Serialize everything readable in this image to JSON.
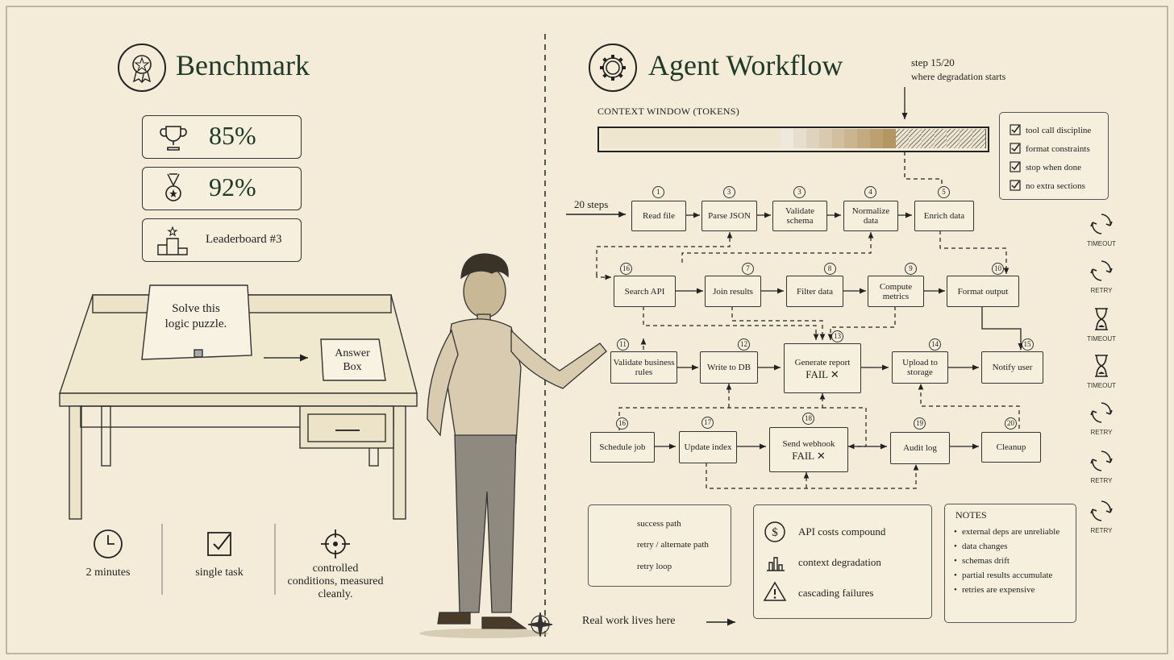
{
  "benchmark": {
    "title": "Benchmark",
    "stats": [
      {
        "icon": "trophy-icon",
        "value": "85%"
      },
      {
        "icon": "medal-icon",
        "value": "92%"
      },
      {
        "icon": "podium-icon",
        "value": "Leaderboard #3"
      }
    ],
    "paper_text": "Solve this logic puzzle.",
    "answer_box": "Answer Box",
    "features": [
      {
        "icon": "clock-icon",
        "label": "2 minutes"
      },
      {
        "icon": "checkbox-icon",
        "label": "single task"
      },
      {
        "icon": "crosshair-icon",
        "label": "controlled conditions, measured cleanly."
      }
    ]
  },
  "agent": {
    "title": "Agent Workflow",
    "degradation_step": "step 15/20",
    "degradation_note": "where degradation starts",
    "context_label": "CONTEXT WINDOW (TOKENS)",
    "context_fill_fraction": 0.75,
    "checklist": [
      "tool call discipline",
      "format constraints",
      "stop when done",
      "no extra sections"
    ],
    "steps_label": "20 steps",
    "nodes": [
      {
        "num": "1",
        "label": "Read file"
      },
      {
        "num": "3",
        "label": "Parse JSON"
      },
      {
        "num": "3",
        "label": "Validate schema"
      },
      {
        "num": "4",
        "label": "Normalize data"
      },
      {
        "num": "5",
        "label": "Enrich data"
      },
      {
        "num": "16",
        "label": "Search API"
      },
      {
        "num": "7",
        "label": "Join results"
      },
      {
        "num": "8",
        "label": "Filter data"
      },
      {
        "num": "9",
        "label": "Compute metrics"
      },
      {
        "num": "10",
        "label": "Format output"
      },
      {
        "num": "11",
        "label": "Validate business rules"
      },
      {
        "num": "12",
        "label": "Write to DB"
      },
      {
        "num": "13",
        "label": "Generate report",
        "status": "FAIL ✕"
      },
      {
        "num": "14",
        "label": "Upload to storage"
      },
      {
        "num": "15",
        "label": "Notify user"
      },
      {
        "num": "16",
        "label": "Schedule job"
      },
      {
        "num": "17",
        "label": "Update index"
      },
      {
        "num": "18",
        "label": "Send webhook",
        "status": "FAIL ✕"
      },
      {
        "num": "19",
        "label": "Audit log"
      },
      {
        "num": "20",
        "label": "Cleanup"
      }
    ],
    "side_states": [
      {
        "icon": "timeout-cycle-icon",
        "label": "TIMEOUT"
      },
      {
        "icon": "retry-cycle-icon",
        "label": "RETRY"
      },
      {
        "icon": "hourglass-icon",
        "label": "TIMEOUT"
      },
      {
        "icon": "hourglass-icon",
        "label": "TIMEOUT"
      },
      {
        "icon": "retry-cycle-icon",
        "label": "RETRY"
      },
      {
        "icon": "retry-cycle-icon",
        "label": "RETRY"
      },
      {
        "icon": "retry-cycle-icon",
        "label": "RETRY"
      }
    ],
    "legend": [
      "success path",
      "retry / alternate path",
      "retry loop"
    ],
    "risks": [
      {
        "icon": "dollar-icon",
        "label": "API costs compound"
      },
      {
        "icon": "bar-chart-icon",
        "label": "context degradation"
      },
      {
        "icon": "warning-icon",
        "label": "cascading failures"
      }
    ],
    "notes_title": "NOTES",
    "notes": [
      "external deps are unreliable",
      "data changes",
      "schemas drift",
      "partial results accumulate",
      "retries are expensive"
    ],
    "footer": "Real work lives here"
  }
}
